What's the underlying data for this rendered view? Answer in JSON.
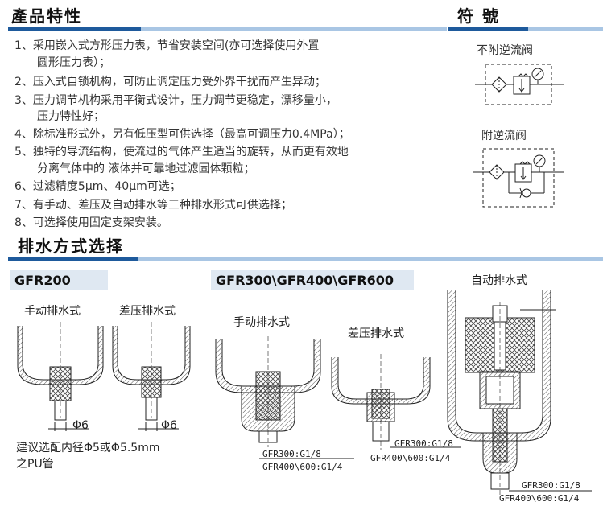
{
  "headings": {
    "features": "產品特性",
    "symbol": "符 號",
    "drain": "排水方式选择"
  },
  "features": [
    {
      "num": "1、",
      "lines": [
        "采用嵌入式方形压力表，节省安装空间(亦可选择使用外置",
        "圆形压力表）；"
      ]
    },
    {
      "num": "2、",
      "lines": [
        "压入式自锁机构，可防止调定压力受外界干扰而产生异动；"
      ]
    },
    {
      "num": "3、",
      "lines": [
        "压力调节机构采用平衡式设计，压力调节更稳定，漂移量小，",
        "压力特性好；"
      ]
    },
    {
      "num": "4、",
      "lines": [
        "除标准形式外，另有低压型可供选择（最高可调压力0.4MPa）；"
      ]
    },
    {
      "num": "5、",
      "lines": [
        "独特的导流结构，使流过的气体产生适当的旋转，从而更有效地",
        "分离气体中的 液体并可靠地过滤固体颗粒；"
      ]
    },
    {
      "num": "6、",
      "lines": [
        "过滤精度5μm、40μm可选；"
      ]
    },
    {
      "num": "7、",
      "lines": [
        "有手动、差压及自动排水等三种排水形式可供选择；"
      ]
    },
    {
      "num": "8、",
      "lines": [
        "可选择使用固定支架安装。"
      ]
    }
  ],
  "symbols": {
    "without_check": "不附逆流阀",
    "with_check": "附逆流阀"
  },
  "drain": {
    "gfr200": {
      "tab": "GFR200",
      "manual": "手动排水式",
      "diff": "差压排水式",
      "dia1": "Φ6",
      "dia2": "Φ6",
      "note1": "建议选配内径Φ5或Φ5.5mm",
      "note2": "之PU管"
    },
    "gfr300": {
      "tab": "GFR300\\GFR400\\GFR600",
      "manual": "手动排水式",
      "diff": "差压排水式",
      "manual_port1": "GFR300:G1/8",
      "manual_port2": "GFR400\\600:G1/4",
      "diff_port1": "GFR300:G1/8",
      "diff_port2": "GFR400\\600:G1/4"
    },
    "auto": {
      "label": "自动排水式",
      "port1": "GFR300:G1/8",
      "port2": "GFR400\\600:G1/4"
    }
  },
  "colors": {
    "accent_dark": "#1e5a9c",
    "accent_light": "#a9c6e4",
    "tab_bg": "#dfe8f2"
  }
}
